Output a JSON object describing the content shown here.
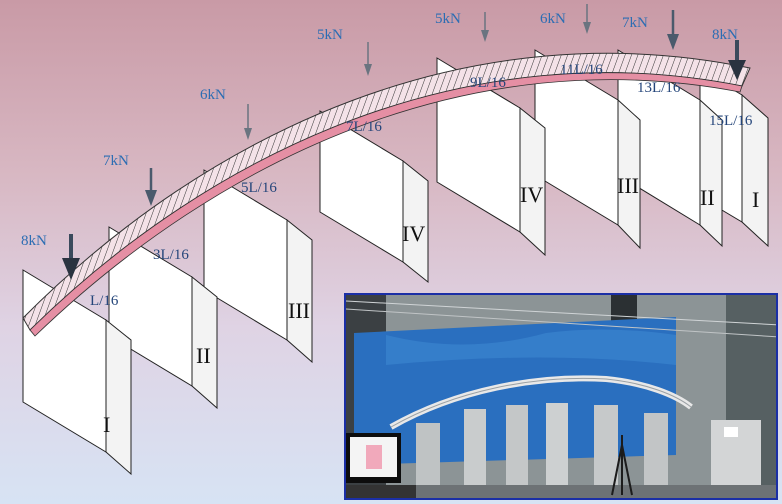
{
  "colors": {
    "force_label": "#2c6db3",
    "position_label": "#24457a",
    "beam_fill": "#e58fa4",
    "photo_border": "#1b2fa6",
    "photo_backdrop": "#2a6fbf"
  },
  "loads": [
    {
      "value": "8kN",
      "arrow": "large"
    },
    {
      "value": "7kN",
      "arrow": "medium"
    },
    {
      "value": "6kN",
      "arrow": "thin"
    },
    {
      "value": "5kN",
      "arrow": "thin"
    },
    {
      "value": "5kN",
      "arrow": "thin"
    },
    {
      "value": "6kN",
      "arrow": "thin"
    },
    {
      "value": "7kN",
      "arrow": "medium"
    },
    {
      "value": "8kN",
      "arrow": "large"
    }
  ],
  "positions": [
    "L/16",
    "3L/16",
    "5L/16",
    "7L/16",
    "9L/16",
    "11L/16",
    "13L/16",
    "15L/16"
  ],
  "piers": [
    "I",
    "II",
    "III",
    "IV",
    "IV",
    "III",
    "II",
    "I"
  ],
  "inset_photo": {
    "monitor_icon": "monitor-icon"
  }
}
